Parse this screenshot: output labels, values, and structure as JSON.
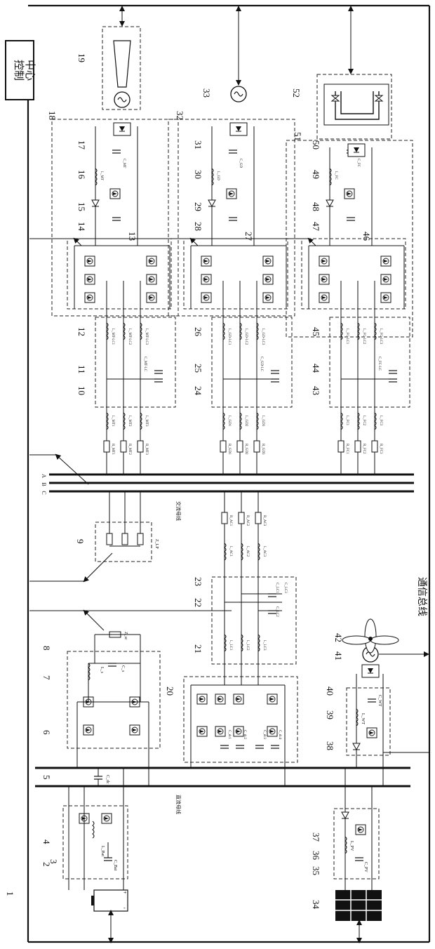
{
  "control_center": {
    "line1": "控制",
    "line2": "中心"
  },
  "comm_bus": {
    "label": "通信总线"
  },
  "ac_bus": {
    "label": "交流母线",
    "phases": [
      "A",
      "B",
      "C"
    ]
  },
  "dc_bus": {
    "label": "直流母线"
  },
  "numbers": {
    "n1": "1",
    "n2": "2",
    "n3": "3",
    "n4": "4",
    "n5": "5",
    "n6": "6",
    "n7": "7",
    "n8": "8",
    "n9": "9",
    "n10": "10",
    "n11": "11",
    "n12": "12",
    "n13": "13",
    "n14": "14",
    "n15": "15",
    "n16": "16",
    "n17": "17",
    "n18": "18",
    "n19": "19",
    "n20": "20",
    "n21": "21",
    "n22": "22",
    "n23": "23",
    "n24": "24",
    "n25": "25",
    "n26": "26",
    "n27": "27",
    "n28": "28",
    "n29": "29",
    "n30": "30",
    "n31": "31",
    "n32": "32",
    "n33": "33",
    "n34": "34",
    "n35": "35",
    "n36": "36",
    "n37": "37",
    "n38": "38",
    "n39": "39",
    "n40": "40",
    "n41": "41",
    "n42": "42",
    "n43": "43",
    "n44": "44",
    "n45": "45",
    "n46": "46",
    "n47": "47",
    "n48": "48",
    "n49": "49",
    "n50": "50",
    "n51": "51",
    "n52": "52"
  },
  "components": {
    "battery": {
      "plus": "+",
      "minus": "-"
    },
    "battery_dc": {
      "L": "L_Bat",
      "C": "C_Bat"
    },
    "dc_cap": "C_dc",
    "sc": {
      "L": "L_s",
      "C": "C_s",
      "Z": "Z_sc"
    },
    "load": "Z_LP",
    "ac_filter": {
      "L1": [
        "L_LC1",
        "L_LC2",
        "L_LC3"
      ],
      "C": [
        "C_LC1",
        "C_LC2",
        "C_LC3"
      ],
      "L2": [
        "L_AC1",
        "L_AC2",
        "L_AC3"
      ],
      "R": [
        "R_AC1",
        "R_AC2",
        "R_AC3"
      ]
    },
    "inverter_caps": [
      "C_dc1",
      "C_dc2",
      "C_dc3",
      "C_dc4"
    ],
    "mt": {
      "L1": [
        "L_MT-LC1",
        "L_MT-LC2",
        "L_MT-LC3"
      ],
      "C": "C_MT-LC",
      "L2": [
        "L_MT1",
        "L_MT2",
        "L_MT3"
      ],
      "R": [
        "R_MT1",
        "R_MT2",
        "R_MT3"
      ],
      "Ldc": "L_MT",
      "Cdc": "C_MT"
    },
    "gd": {
      "L1": [
        "L_GD-LC1",
        "L_GD-LC2",
        "L_GD-LC3"
      ],
      "C": "C_GD-LC",
      "L2": [
        "L_GD1",
        "L_GD2",
        "L_GD3"
      ],
      "R": [
        "R_GD1",
        "R_GD2",
        "R_GD3"
      ],
      "Ldc": "L_GD",
      "Cdc": "C_GD"
    },
    "fc": {
      "L1": [
        "L_FC-LC1",
        "L_FC-LC2",
        "L_FC-LC3"
      ],
      "C": "C_FC-LC",
      "L2": [
        "L_FC1",
        "L_FC2",
        "L_FC3"
      ],
      "R": [
        "R_FC1",
        "R_FC2",
        "R_FC3"
      ],
      "Ldc": "L_FC",
      "Cdc": "C_FC"
    },
    "pv": {
      "L": "L_PV",
      "C": "C_PV"
    },
    "wt": {
      "L": "L_WT",
      "C": "C_WT"
    }
  }
}
